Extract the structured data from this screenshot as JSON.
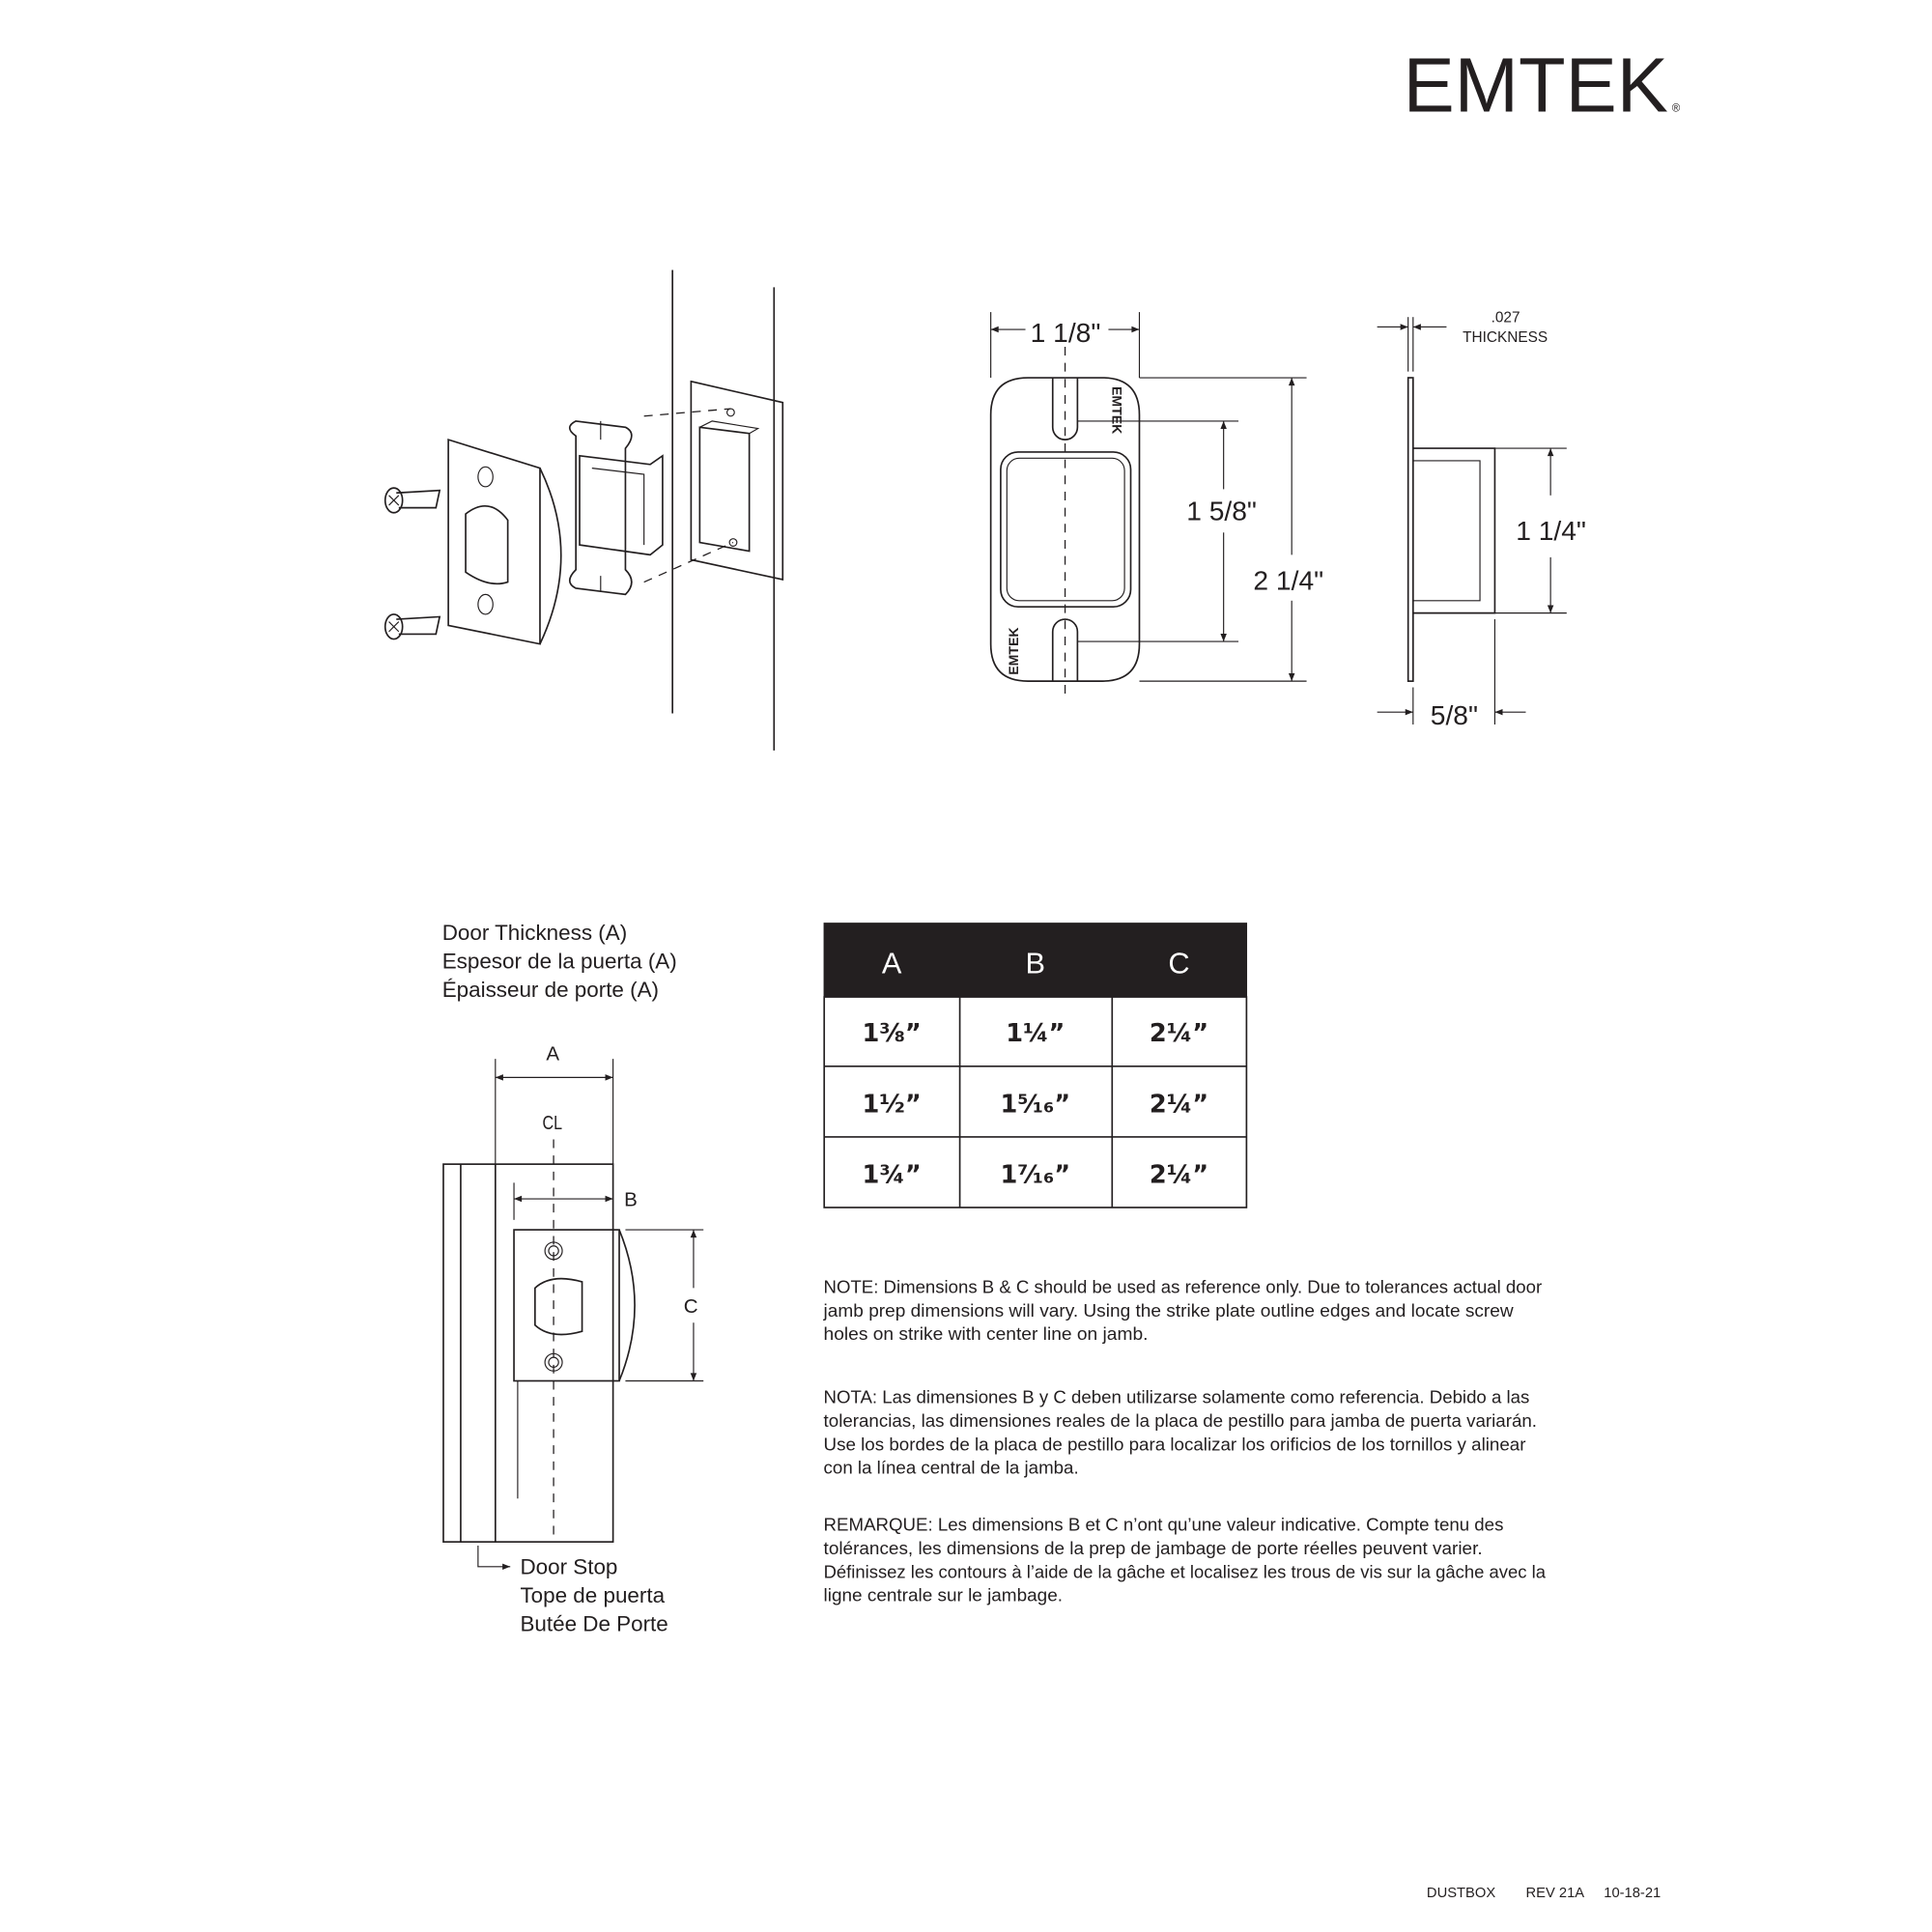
{
  "brand": {
    "logo": "EMTEK",
    "registered_mark": "®"
  },
  "strike_front": {
    "width_label": "1 1/8\"",
    "hole_spacing_label": "1 5/8\"",
    "height_label": "2 1/4\"",
    "plate_stamp": "EMTEK"
  },
  "strike_side": {
    "thickness_value": ".027",
    "thickness_label": "THICKNESS",
    "box_height_label": "1 1/4\"",
    "box_depth_label": "5/8\""
  },
  "door_thickness": {
    "lines": [
      "Door Thickness (A)",
      "Espesor de la puerta (A)",
      "Épaisseur de porte (A)"
    ]
  },
  "install_diagram": {
    "label_a": "A",
    "label_b": "B",
    "label_c": "C",
    "centerline": "CL",
    "door_stop_lines": [
      "Door Stop",
      "Tope de puerta",
      "Butée De Porte"
    ]
  },
  "table": {
    "headers": [
      "A",
      "B",
      "C"
    ],
    "rows": [
      [
        "1⅜”",
        "1¼”",
        "2¼”"
      ],
      [
        "1½”",
        "1⁵⁄₁₆”",
        "2¼”"
      ],
      [
        "1¾”",
        "1⁷⁄₁₆”",
        "2¼”"
      ]
    ]
  },
  "notes": {
    "english": [
      "NOTE:  Dimensions B & C should be used as reference only. Due to tolerances actual door",
      "jamb prep dimensions will vary. Using the strike plate outline edges and locate screw",
      "holes on strike with center line on jamb."
    ],
    "spanish": [
      "NOTA:  Las dimensiones B y C deben utilizarse solamente como referencia. Debido a las",
      "tolerancias, las dimensiones reales de la placa de pestillo para jamba de puerta variarán.",
      "Use los bordes de la placa de pestillo para localizar los orificios de los tornillos y alinear",
      "con la línea central de la jamba."
    ],
    "french": [
      "REMARQUE:   Les dimensions B et C n’ont qu’une valeur indicative. Compte tenu des",
      "tolérances, les dimensions de la prep de jambage de porte réelles peuvent varier.",
      "Définissez les contours à l’aide de la gâche et localisez les trous de vis sur la gâche avec la",
      "ligne centrale sur le jambage."
    ]
  },
  "footer": {
    "product": "DUSTBOX",
    "revision": "REV 21A",
    "date": "10-18-21"
  }
}
